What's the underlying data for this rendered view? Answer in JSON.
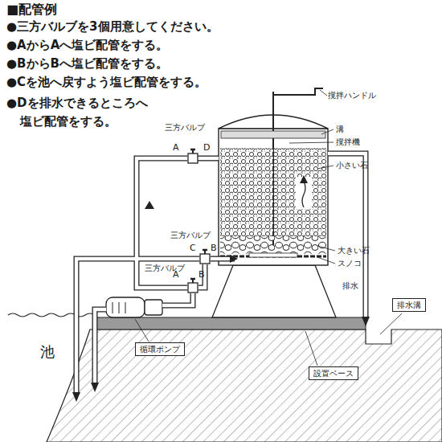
{
  "diagram": {
    "title": "■配管例",
    "nodes": [
      {
        "text": [
          "循環ポンプ"
        ]
      },
      {
        "text": [
          "設置ベース"
        ]
      },
      {
        "text": [
          "排水溝"
        ]
      }
    ],
    "labels": [
      "●三方バルブを3個用意してください。",
      "●AからAへ塩ビ配管をする。",
      "●BからBへ塩ビ配管をする。",
      "●Cを池へ戻すよう塩ビ配管をする。",
      "●Dを排水できるところへ 塩ビ配管をする。",
      "撹拌ハンドル",
      "溝",
      "撹拌機",
      "小さい石",
      "大きい石",
      "スノコ",
      "排水",
      "池",
      "三方バルブ",
      "A",
      "D",
      "三方バルブ",
      "C",
      "B",
      "三方バルブ",
      "A",
      "B"
    ]
  }
}
